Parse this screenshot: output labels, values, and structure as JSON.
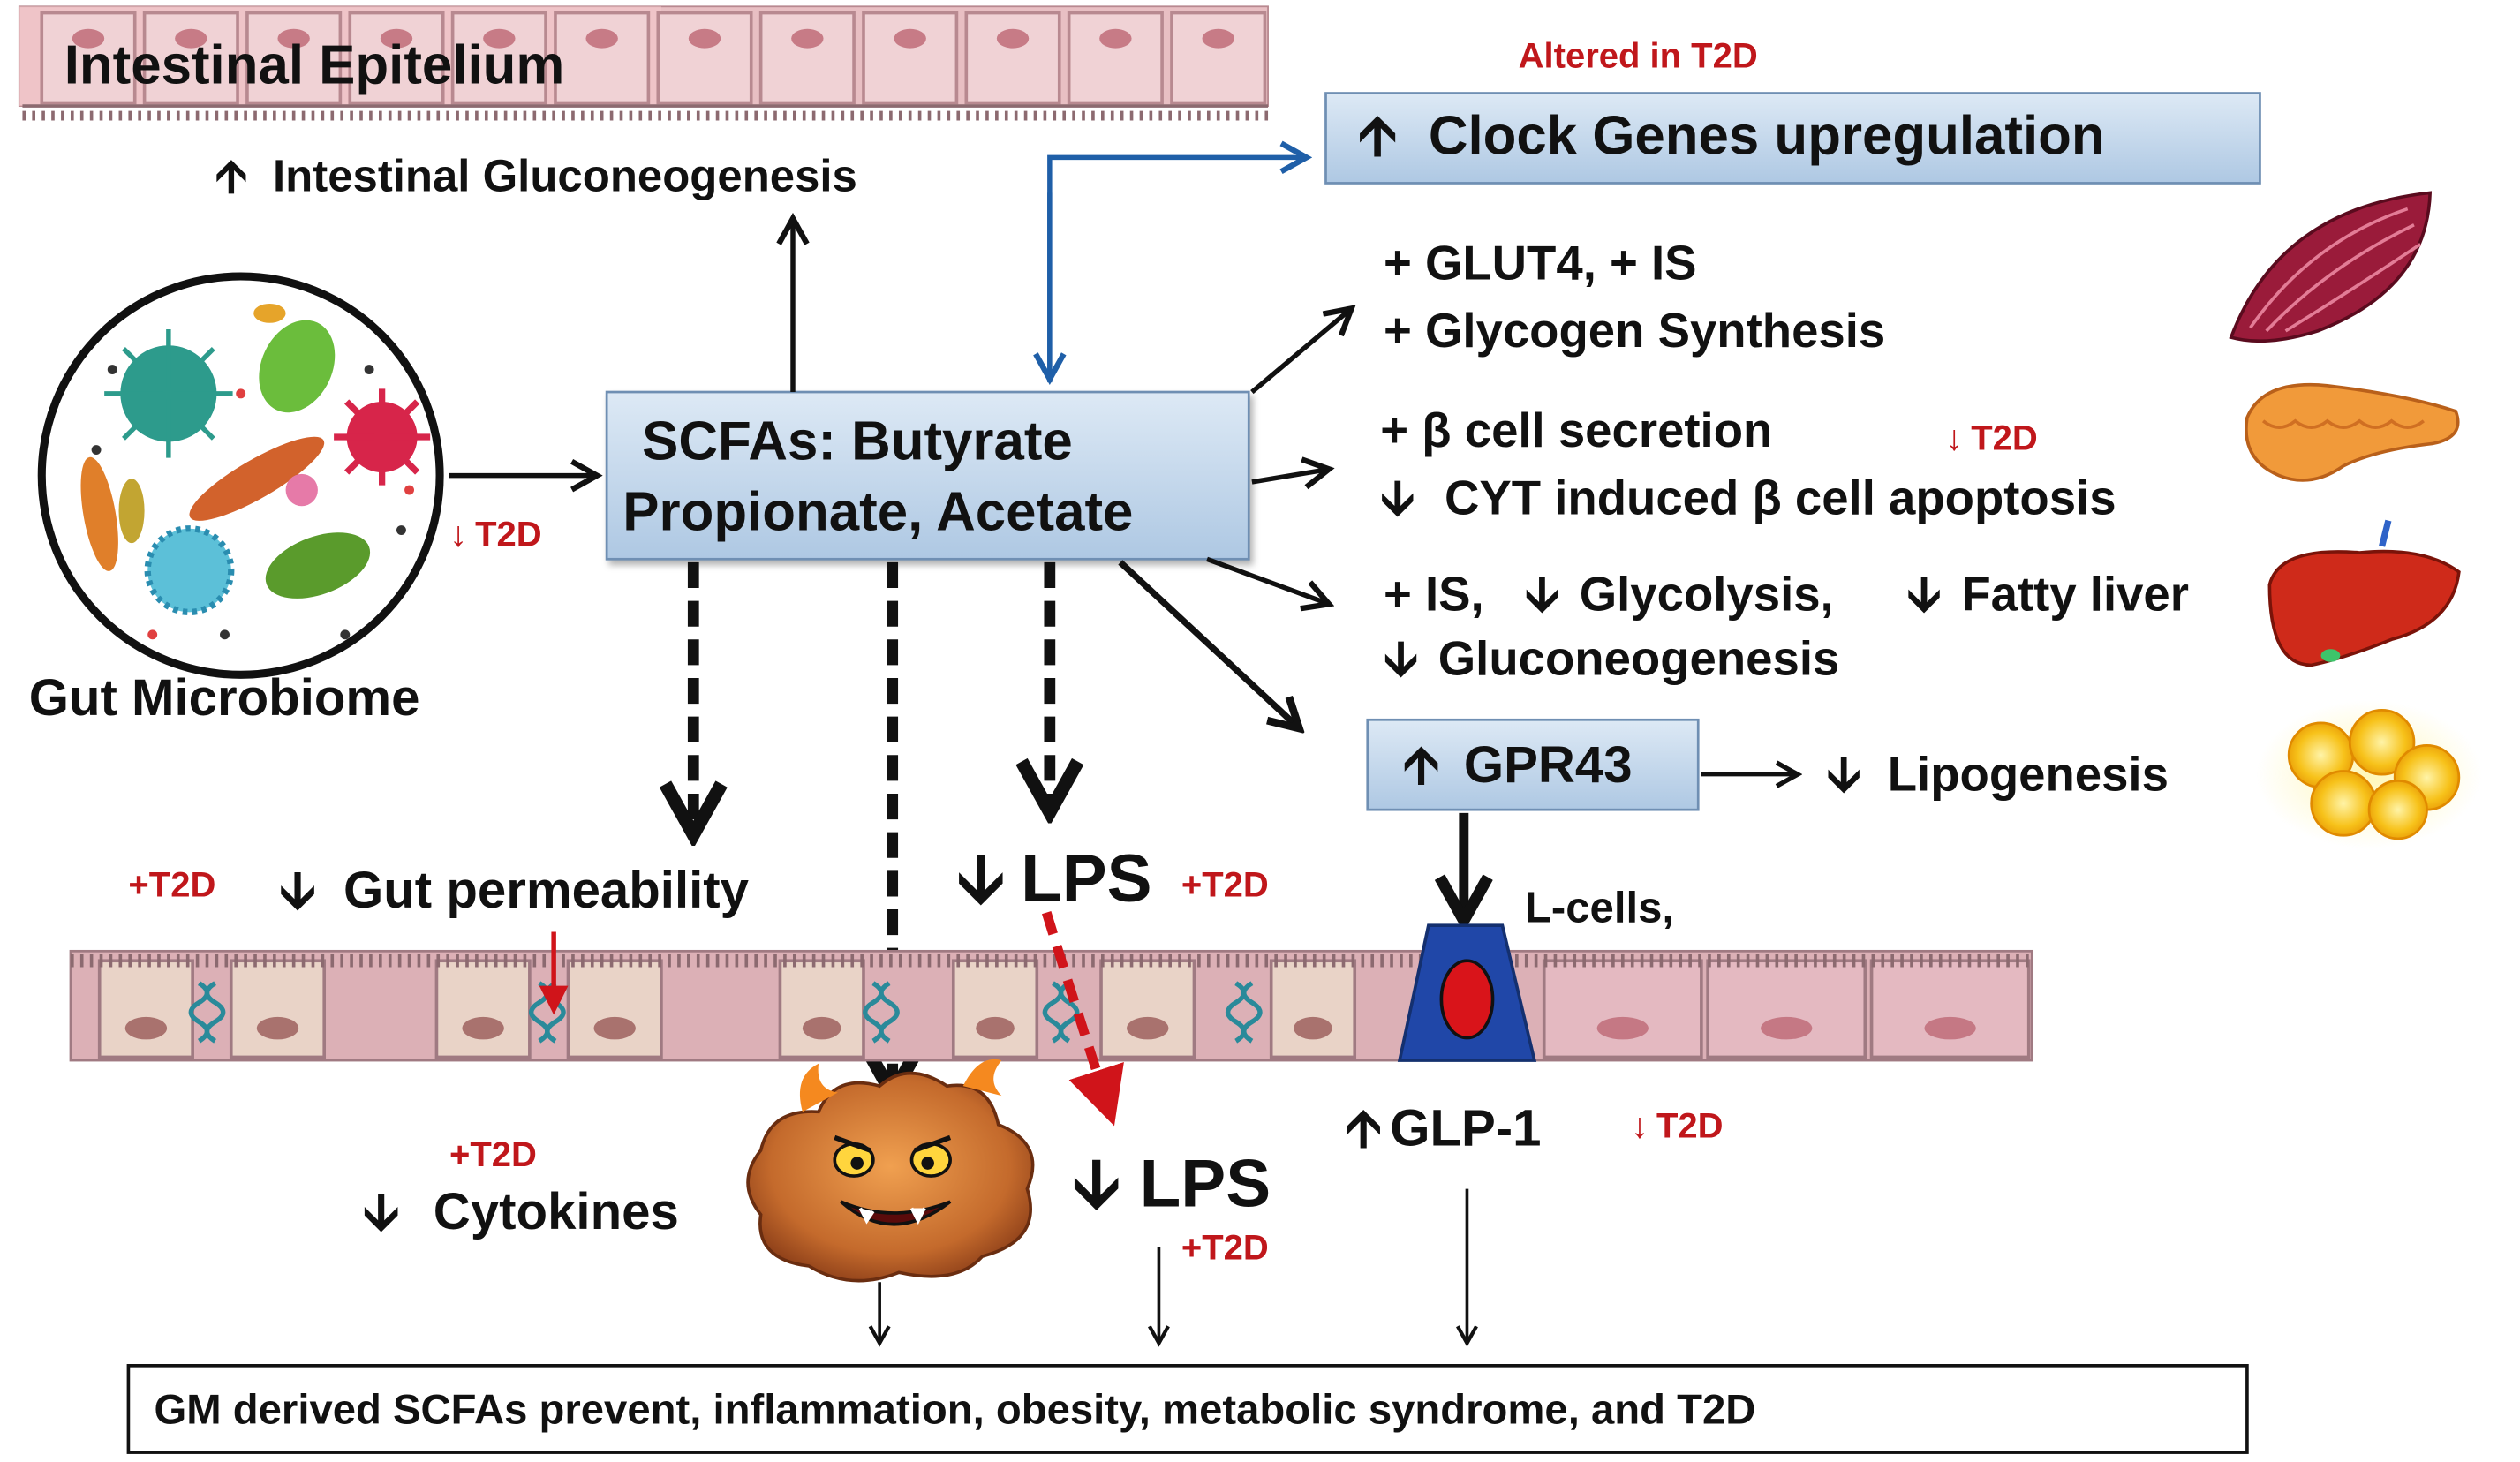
{
  "epithelium_label": "Intestinal Epitelium",
  "intestinal_gluconeogenesis": "Intestinal Gluconeogenesis",
  "altered_label": "Altered  in T2D",
  "clock_genes": "Clock Genes upregulation",
  "scfas": {
    "line1": "SCFAs:  Butyrate",
    "line2": "Propionate, Acetate"
  },
  "gut_microbiome": "Gut Microbiome",
  "gm_t2d": "T2D",
  "muscle": {
    "line1": "+ GLUT4, + IS",
    "line2": "+ Glycogen Synthesis"
  },
  "pancreas": {
    "line1": "+ β cell secretion",
    "t2d": "T2D",
    "line2": "CYT induced β cell apoptosis"
  },
  "liver": {
    "line1": "+ IS, ",
    "glycolysis": "Glycolysis, ",
    "fatty": "Fatty liver",
    "line2": "Gluconeogenesis"
  },
  "gpr43": "GPR43",
  "lipogenesis": "Lipogenesis",
  "l_cells": "L-cells,",
  "gut_perm": {
    "t2d": "+T2D",
    "label": "Gut permeability"
  },
  "lps_top": {
    "label": "LPS",
    "t2d": "+T2D"
  },
  "glp1": {
    "label": "GLP-1",
    "t2d": "T2D"
  },
  "cytokines": {
    "t2d": "+T2D",
    "label": "Cytokines"
  },
  "lps_bottom": {
    "label": "LPS",
    "t2d": "+T2D"
  },
  "conclusion": "GM derived SCFAs prevent, inflammation, obesity, metabolic syndrome, and T2D",
  "colors": {
    "accent_red": "#c0171b",
    "flow_blue": "#1f5fa8",
    "box_blue": "#c9dcef",
    "epithelium": "#d9aab0",
    "lcell_blue": "#2047a8"
  }
}
